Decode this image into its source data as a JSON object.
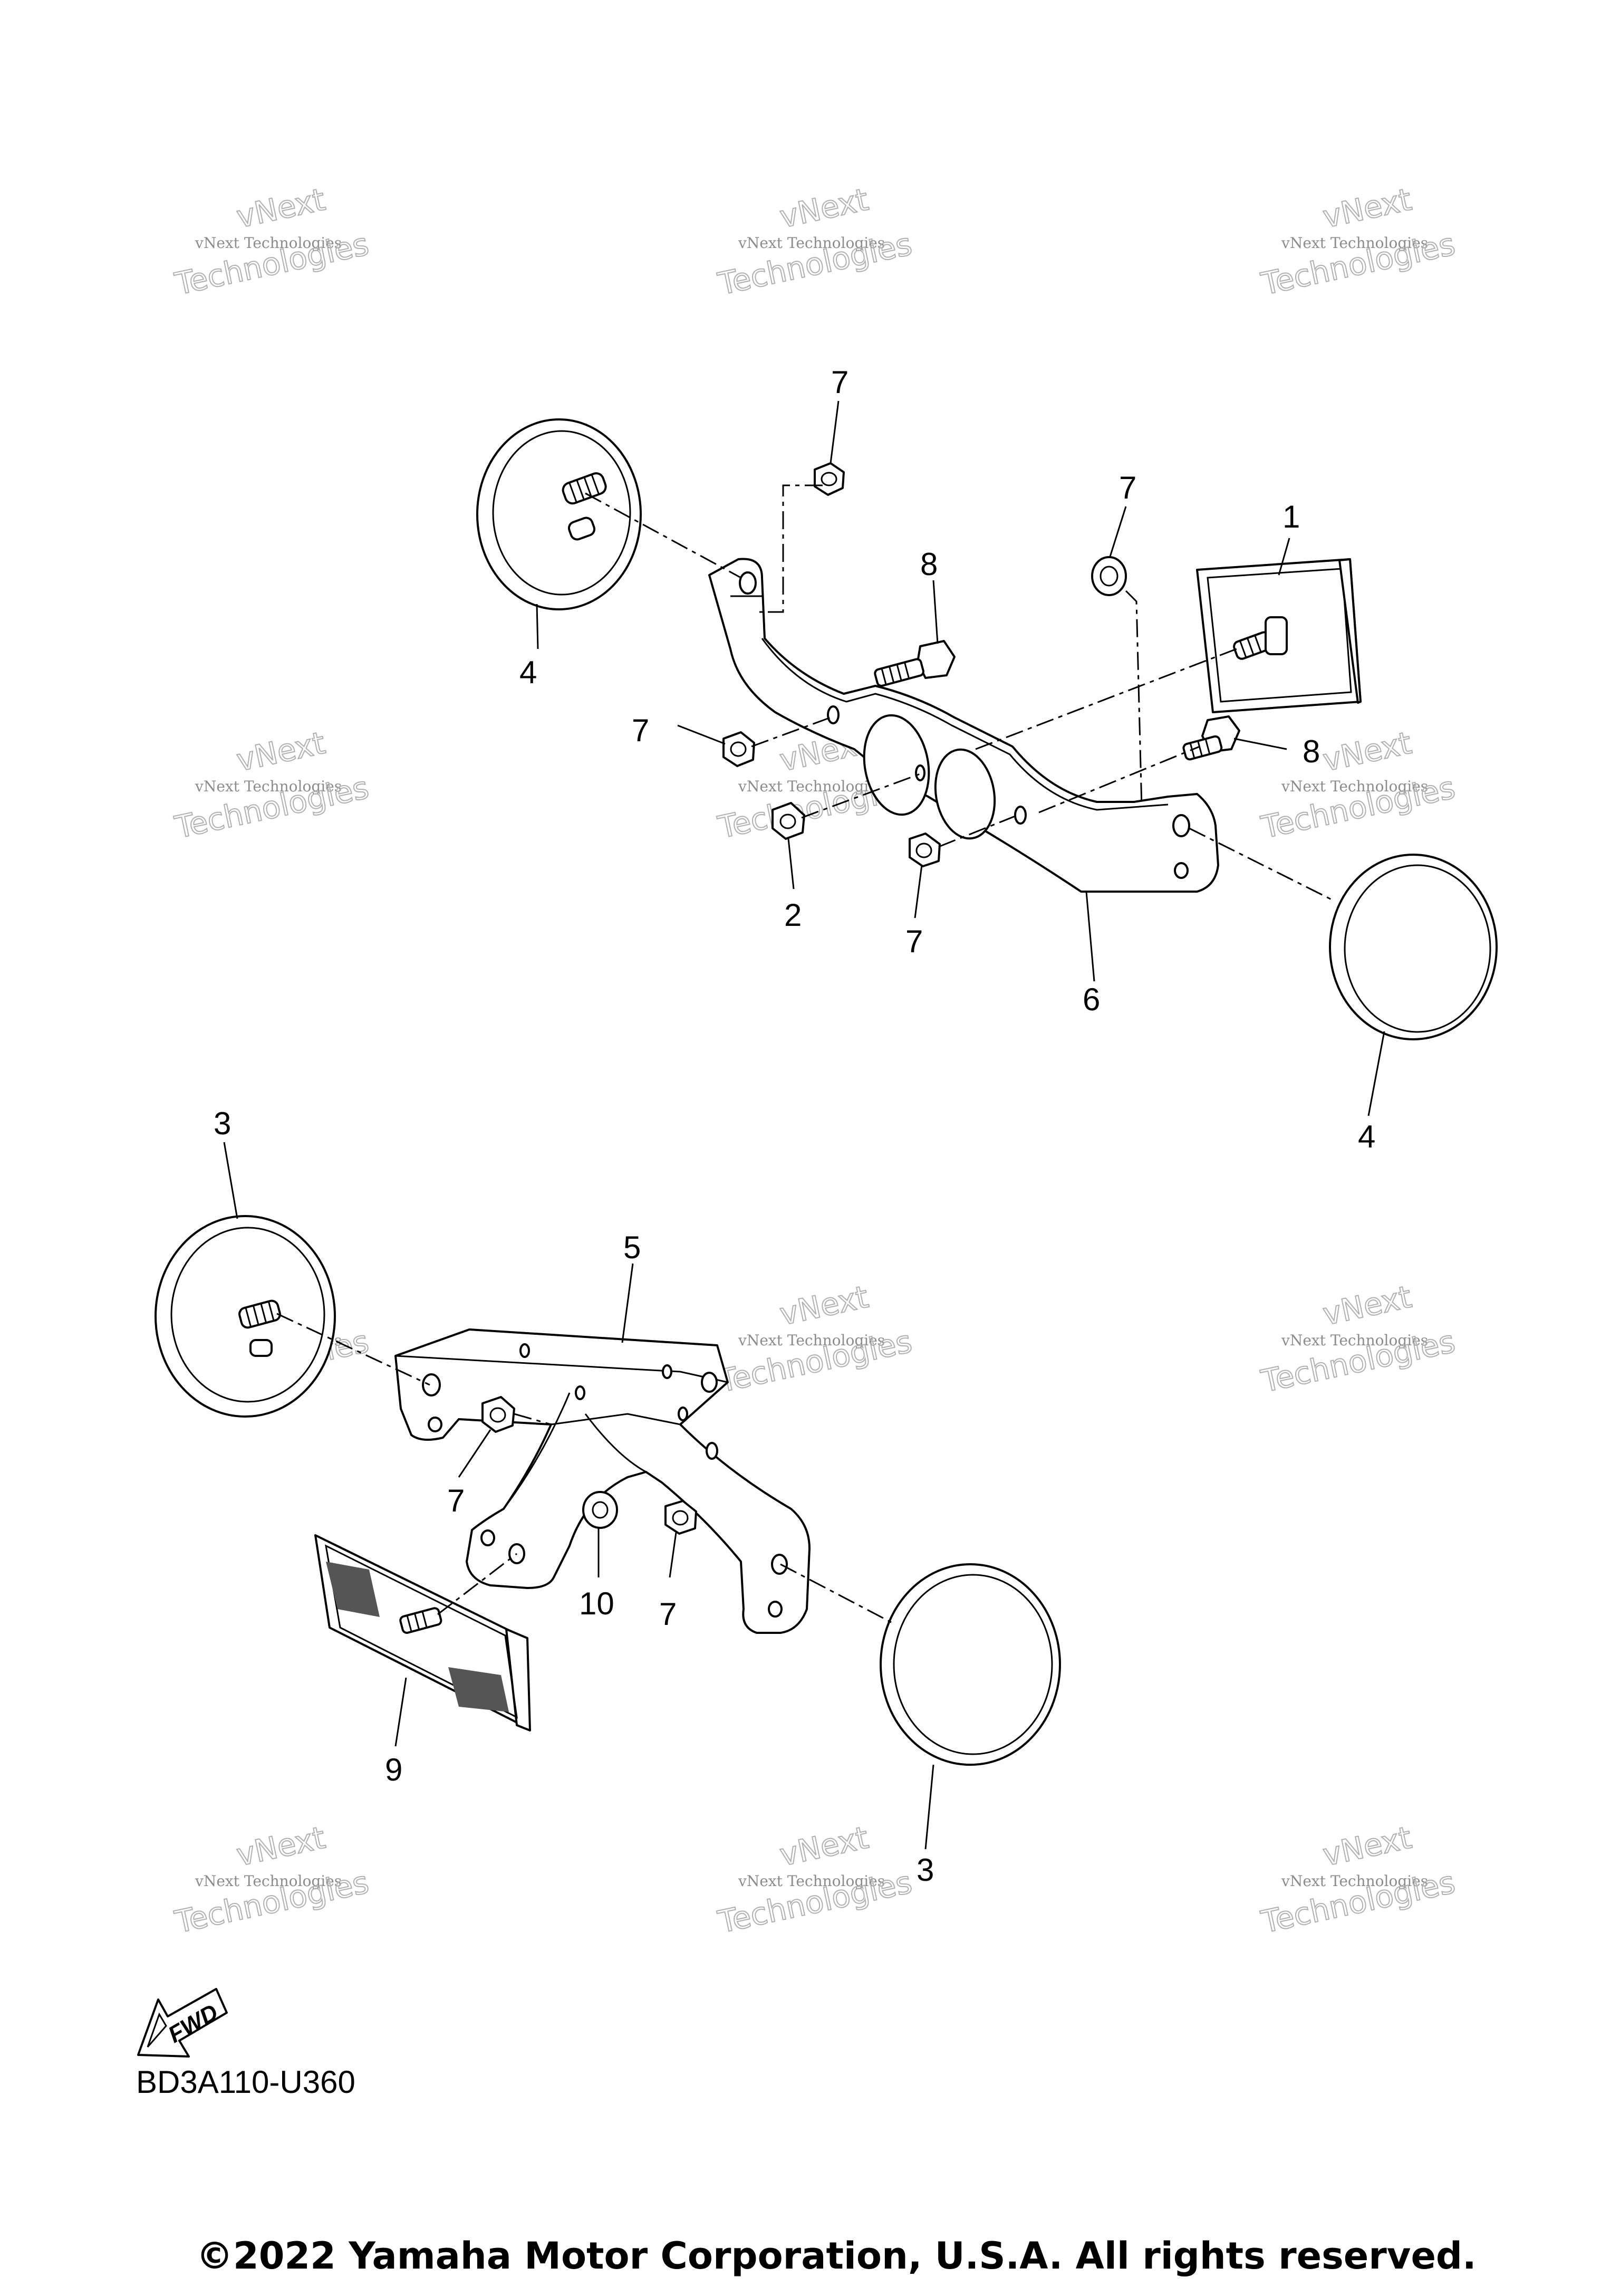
{
  "diagram": {
    "callouts": {
      "c1": "1",
      "c2": "2",
      "c3a": "3",
      "c3b": "3",
      "c4a": "4",
      "c4b": "4",
      "c5": "5",
      "c6": "6",
      "c7a": "7",
      "c7b": "7",
      "c7c": "7",
      "c7d": "7",
      "c7e": "7",
      "c7f": "7",
      "c8a": "8",
      "c8b": "8",
      "c9": "9",
      "c10": "10"
    },
    "fwd_label": "FWD",
    "watermark": {
      "line1": "vNext",
      "line2": "vNext Technologies",
      "line3": "Technologies"
    }
  },
  "footer": {
    "code": "BD3A110-U360",
    "copyright": "©2022 Yamaha Motor Corporation, U.S.A. All rights reserved."
  },
  "colors": {
    "line": "#000000",
    "watermark": "#8c8c8c",
    "background": "#ffffff"
  }
}
